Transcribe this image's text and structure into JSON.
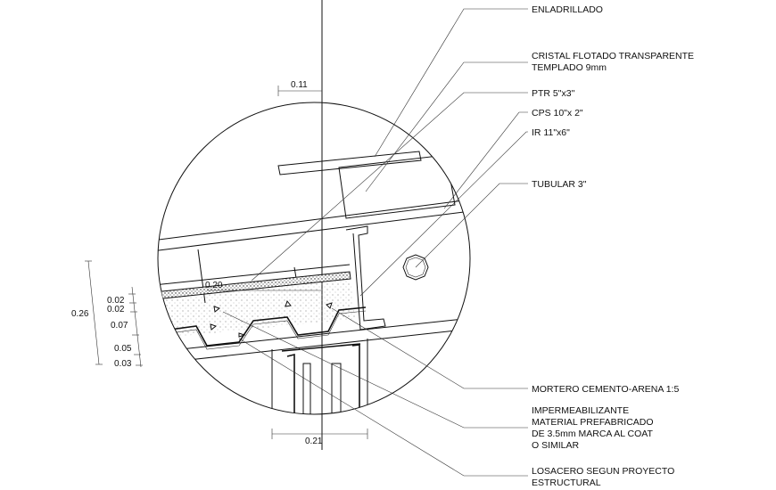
{
  "labels": {
    "enladrillado": "ENLADRILLADO",
    "cristal_1": "CRISTAL FLOTADO TRANSPARENTE",
    "cristal_2": "TEMPLADO 9mm",
    "ptr": "PTR 5\"x3\"",
    "cps": "CPS 10\"x 2\"",
    "ir": "IR 11\"x6\"",
    "tubular": "TUBULAR 3\"",
    "mortero": "MORTERO CEMENTO-ARENA 1:5",
    "imper_1": "IMPERMEABILIZANTE",
    "imper_2": "MATERIAL PREFABRICADO",
    "imper_3": "DE 3.5mm MARCA AL COAT",
    "imper_4": "O SIMILAR",
    "losacero_1": "LOSACERO SEGUN PROYECTO",
    "losacero_2": "ESTRUCTURAL"
  },
  "dimensions": {
    "top": "0.11",
    "mid": "0.20",
    "bottom": "0.21",
    "total": "0.26",
    "d1": "0.02",
    "d2": "0.02",
    "d3": "0.07",
    "d4": "0.05",
    "d5": "0.03"
  }
}
